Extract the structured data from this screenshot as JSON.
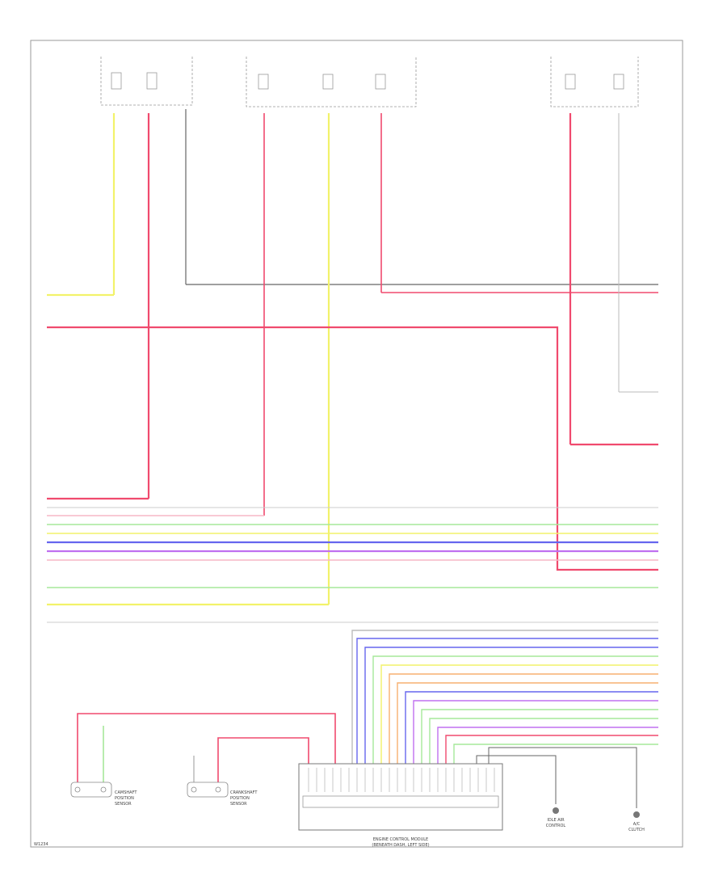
{
  "colors": {
    "yellow": "#f2f26a",
    "red": "#f04a6e",
    "pink": "#f7b7c6",
    "green": "#a6e89a",
    "blue": "#6666ee",
    "purple": "#c070f0",
    "orange": "#f7b070",
    "gray": "#555555",
    "light": "#cccccc"
  },
  "labels": {
    "page_code": "W1234",
    "ecm_line1": "ENGINE CONTROL MODULE",
    "ecm_line2": "(BENEATH DASH, LEFT SIDE)",
    "sensor_a_line1": "CAMSHAFT",
    "sensor_a_line2": "POSITION",
    "sensor_a_line3": "SENSOR",
    "sensor_b_line1": "CRANKSHAFT",
    "sensor_b_line2": "POSITION",
    "sensor_b_line3": "SENSOR",
    "right_comp_a_line1": "IDLE AIR",
    "right_comp_a_line2": "CONTROL",
    "right_comp_b_line1": "A/C",
    "right_comp_b_line2": "CLUTCH"
  }
}
